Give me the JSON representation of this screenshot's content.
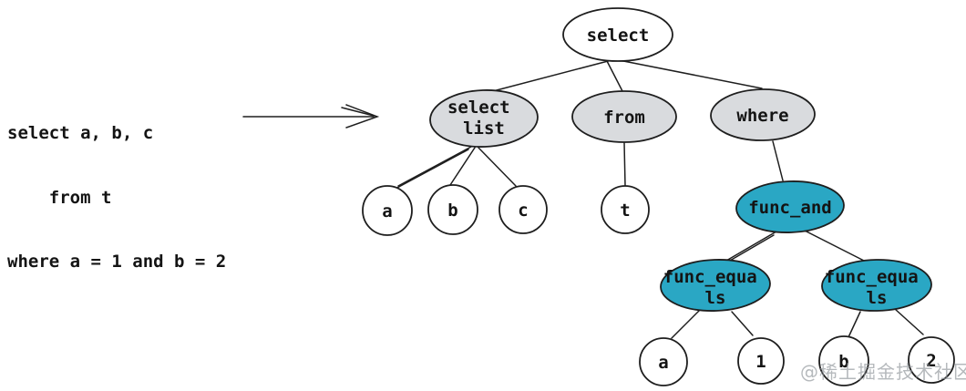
{
  "code_block": {
    "lines": [
      "select a, b, c",
      "    from t",
      "where a = 1 and b = 2"
    ]
  },
  "tree": {
    "root_label": "select",
    "select_list_line1": "select",
    "select_list_line2": "list",
    "from_label": "from",
    "where_label": "where",
    "col_a": "a",
    "col_b": "b",
    "col_c": "c",
    "table_t": "t",
    "func_and_label": "func_and",
    "func_equals_left_line1": "func_equa",
    "func_equals_left_line2": "ls",
    "func_equals_right_line1": "func_equa",
    "func_equals_right_line2": "ls",
    "eq_left_lhs": "a",
    "eq_left_rhs": "1",
    "eq_right_lhs": "b",
    "eq_right_rhs": "2"
  },
  "colors": {
    "leaf_fill": "#ffffff",
    "keyword_fill": "#d9dbde",
    "func_fill": "#2aa7c4",
    "stroke": "#1e1e1e",
    "watermark": "#8f9499"
  },
  "watermark_text": "@稀土掘金技术社区"
}
